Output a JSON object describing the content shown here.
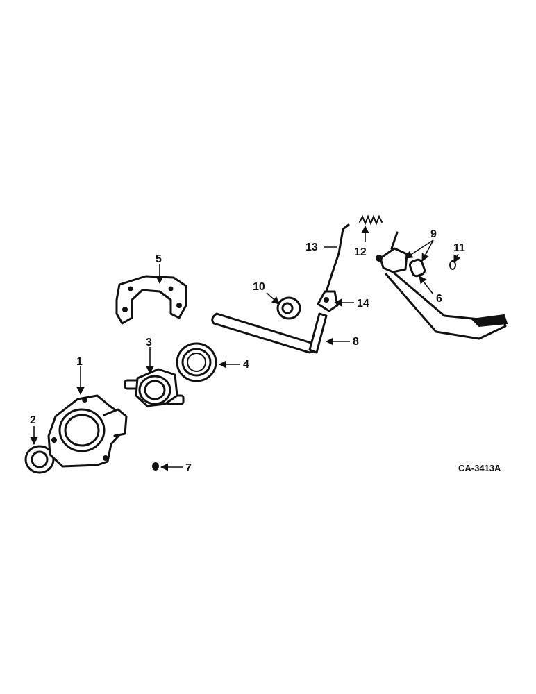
{
  "callouts": {
    "c1": "1",
    "c2": "2",
    "c3": "3",
    "c4": "4",
    "c5": "5",
    "c6": "6",
    "c7": "7",
    "c8": "8",
    "c9": "9",
    "c10": "10",
    "c11": "11",
    "c12": "12",
    "c13": "13",
    "c14": "14"
  },
  "drawing_code": "CA-3413A"
}
